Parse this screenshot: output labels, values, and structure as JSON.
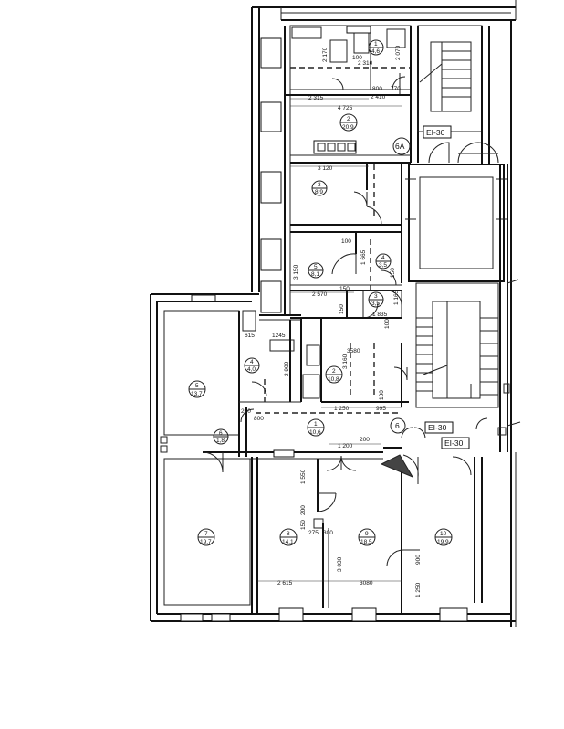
{
  "rooms": [
    {
      "id": "r1top",
      "num": "1",
      "area": "4,6"
    },
    {
      "id": "r2",
      "num": "2",
      "area": "20,9"
    },
    {
      "id": "r3top",
      "num": "3",
      "area": "8,9"
    },
    {
      "id": "r4top",
      "num": "4",
      "area": "3,5"
    },
    {
      "id": "r5top",
      "num": "5",
      "area": "8,1"
    },
    {
      "id": "r3mid",
      "num": "3",
      "area": "3,5"
    },
    {
      "id": "r2mid",
      "num": "2",
      "area": "10,8"
    },
    {
      "id": "r4mid",
      "num": "4",
      "area": "4,0"
    },
    {
      "id": "r5left",
      "num": "5",
      "area": "13,7"
    },
    {
      "id": "r1mid",
      "num": "1",
      "area": "10,6"
    },
    {
      "id": "r6",
      "num": "6",
      "area": "1,8"
    },
    {
      "id": "r7",
      "num": "7",
      "area": "19,7"
    },
    {
      "id": "r8",
      "num": "8",
      "area": "14,1"
    },
    {
      "id": "r9",
      "num": "9",
      "area": "18,5"
    },
    {
      "id": "r10",
      "num": "10",
      "area": "19,9"
    }
  ],
  "labels": {
    "fire_top": "EI-30",
    "fire_mid": "EI-30",
    "fire_low": "EI-30",
    "tag_6a": "6A",
    "tag_6": "6"
  },
  "dims": {
    "d2170": "2 170",
    "d100a": "100",
    "d2310": "2 310",
    "d2070": "2 070",
    "d800a": "800",
    "d770": "770",
    "d2315": "2 315",
    "d2410": "2 410",
    "d4725": "4 725",
    "d3120": "3 120",
    "d100b": "100",
    "d1665": "1 665",
    "d3150": "3 150",
    "d150a": "150",
    "d2570": "2 570",
    "d150b": "150",
    "d1165": "1 165",
    "d1835": "1 835",
    "d100c": "100",
    "d615": "615",
    "d1245": "1245",
    "d150c": "150",
    "d3580": "3580",
    "d3160": "3 160",
    "d2900": "2 900",
    "d200a": "200",
    "d800b": "800",
    "d1250": "1 250",
    "d995": "995",
    "d100d": "100",
    "d200b": "200",
    "d1200": "1 200",
    "d1550": "1 550",
    "d200c": "200",
    "d150d": "150",
    "d275": "275",
    "d300": "300",
    "d3030": "3 030",
    "d900": "900",
    "d2615": "2 615",
    "d3080": "3080",
    "d1250b": "1 250"
  }
}
